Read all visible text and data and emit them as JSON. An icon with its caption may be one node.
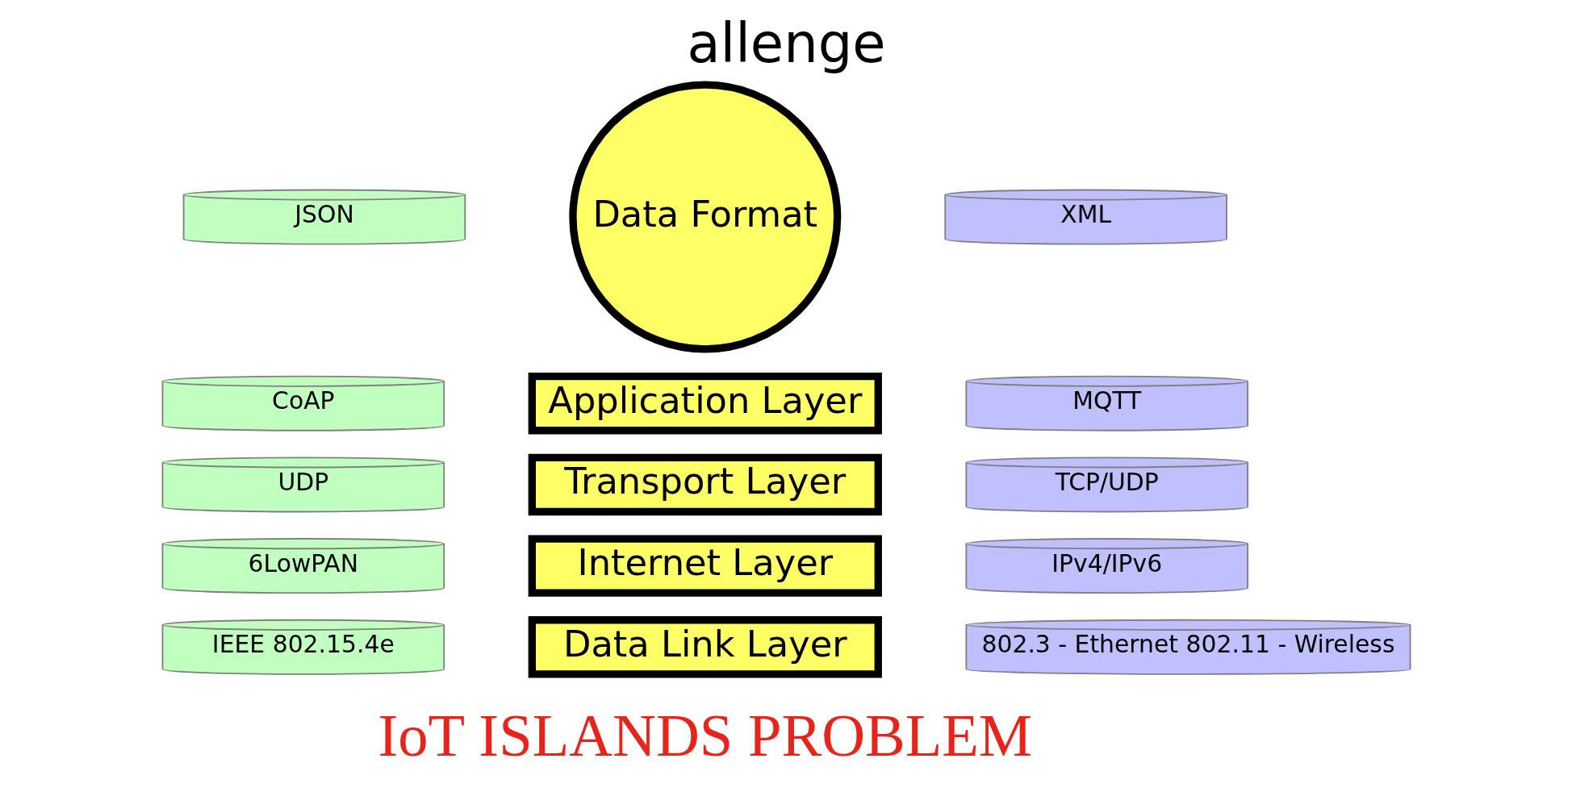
{
  "diagram": {
    "title": "allenge",
    "nodes": [
      {
        "text": [
          "JSON"
        ]
      },
      {
        "text": [
          "CoAP"
        ]
      },
      {
        "text": [
          "UDP"
        ]
      },
      {
        "text": [
          "6LowPAN"
        ]
      },
      {
        "text": [
          "IEEE 802.15.4e"
        ]
      },
      {
        "text": [
          "Data Format"
        ]
      },
      {
        "text": [
          "Application Layer"
        ]
      },
      {
        "text": [
          "Transport Layer"
        ]
      },
      {
        "text": [
          "Internet Layer"
        ]
      },
      {
        "text": [
          "Data Link Layer"
        ]
      },
      {
        "text": [
          "XML"
        ]
      },
      {
        "text": [
          "MQTT"
        ]
      },
      {
        "text": [
          "TCP/UDP"
        ]
      },
      {
        "text": [
          "IPv4/IPv6"
        ]
      },
      {
        "text": [
          "802.3 - Ethernet 802.11 - Wireless"
        ]
      }
    ],
    "edges": [],
    "labels": [
      "IoT ISLANDS PROBLEM"
    ]
  }
}
